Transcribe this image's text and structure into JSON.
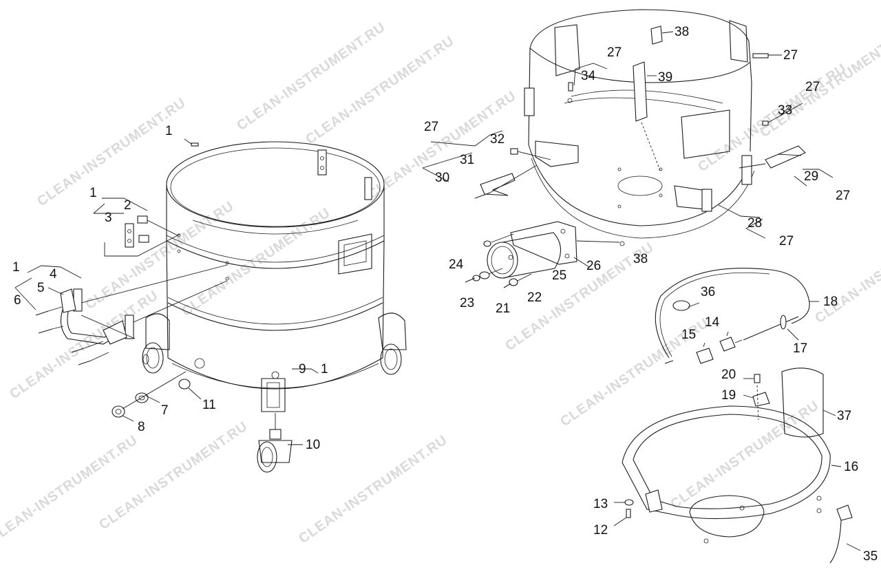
{
  "watermark": "CLEAN-INSTRUMENT.RU",
  "callouts": [
    {
      "id": "c1a",
      "text": "1"
    },
    {
      "id": "c1b",
      "text": "1"
    },
    {
      "id": "c2",
      "text": "2"
    },
    {
      "id": "c3",
      "text": "3"
    },
    {
      "id": "c1c",
      "text": "1"
    },
    {
      "id": "c4",
      "text": "4"
    },
    {
      "id": "c5",
      "text": "5"
    },
    {
      "id": "c6",
      "text": "6"
    },
    {
      "id": "c9",
      "text": "9"
    },
    {
      "id": "c1d",
      "text": "1"
    },
    {
      "id": "c7",
      "text": "7"
    },
    {
      "id": "c8",
      "text": "8"
    },
    {
      "id": "c11",
      "text": "11"
    },
    {
      "id": "c10",
      "text": "10"
    },
    {
      "id": "c38a",
      "text": "38"
    },
    {
      "id": "c27a",
      "text": "27"
    },
    {
      "id": "c27b",
      "text": "27"
    },
    {
      "id": "c34",
      "text": "34"
    },
    {
      "id": "c39",
      "text": "39"
    },
    {
      "id": "c27c",
      "text": "27"
    },
    {
      "id": "c33",
      "text": "33"
    },
    {
      "id": "c27d",
      "text": "27"
    },
    {
      "id": "c32",
      "text": "32"
    },
    {
      "id": "c31",
      "text": "31"
    },
    {
      "id": "c30",
      "text": "30"
    },
    {
      "id": "c29",
      "text": "29"
    },
    {
      "id": "c27e",
      "text": "27"
    },
    {
      "id": "c28",
      "text": "28"
    },
    {
      "id": "c27f",
      "text": "27"
    },
    {
      "id": "c26",
      "text": "26"
    },
    {
      "id": "c38b",
      "text": "38"
    },
    {
      "id": "c24",
      "text": "24"
    },
    {
      "id": "c25",
      "text": "25"
    },
    {
      "id": "c23",
      "text": "23"
    },
    {
      "id": "c21",
      "text": "21"
    },
    {
      "id": "c22",
      "text": "22"
    },
    {
      "id": "c36",
      "text": "36"
    },
    {
      "id": "c18",
      "text": "18"
    },
    {
      "id": "c14",
      "text": "14"
    },
    {
      "id": "c15",
      "text": "15"
    },
    {
      "id": "c17",
      "text": "17"
    },
    {
      "id": "c20",
      "text": "20"
    },
    {
      "id": "c19",
      "text": "19"
    },
    {
      "id": "c37",
      "text": "37"
    },
    {
      "id": "c16",
      "text": "16"
    },
    {
      "id": "c13",
      "text": "13"
    },
    {
      "id": "c12",
      "text": "12"
    },
    {
      "id": "c35",
      "text": "35"
    }
  ]
}
